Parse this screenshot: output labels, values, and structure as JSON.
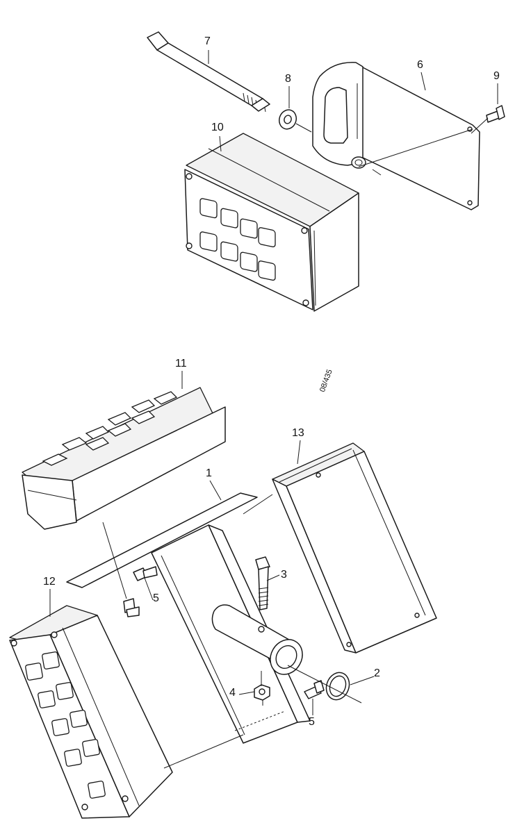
{
  "drawing_ref": "08/435",
  "callouts": [
    {
      "label": "7"
    },
    {
      "label": "8"
    },
    {
      "label": "6"
    },
    {
      "label": "9"
    },
    {
      "label": "10"
    },
    {
      "label": "11"
    },
    {
      "label": "13"
    },
    {
      "label": "1"
    },
    {
      "label": "3"
    },
    {
      "label": "12"
    },
    {
      "label": "5"
    },
    {
      "label": "2"
    },
    {
      "label": "4"
    },
    {
      "label": "5"
    }
  ]
}
